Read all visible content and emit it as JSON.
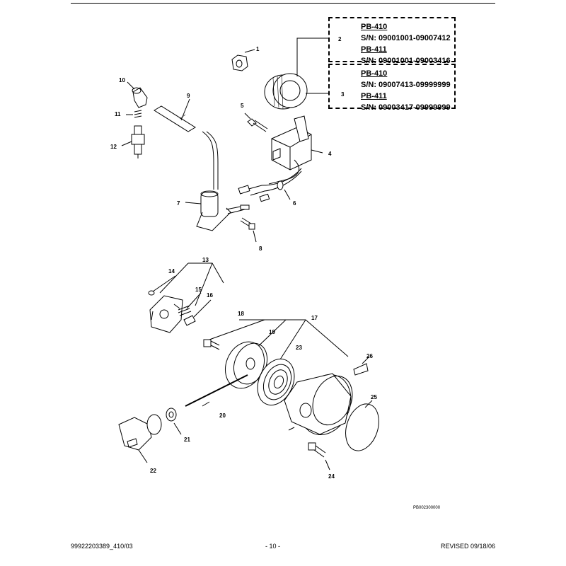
{
  "callout_a": {
    "item": "2",
    "model_1": "PB-410",
    "serial_1": "S/N: 09001001-09007412",
    "model_2": "PB-411",
    "serial_2": "S/N: 09001001-09003416"
  },
  "callout_b": {
    "item": "3",
    "model_1": "PB-410",
    "serial_1": "S/N: 09007413-09999999",
    "model_2": "PB-411",
    "serial_2": "S/N: 09003417-09999999"
  },
  "parts": [
    "1",
    "2",
    "3",
    "4",
    "5",
    "6",
    "7",
    "8",
    "9",
    "10",
    "11",
    "12",
    "13",
    "14",
    "15",
    "16",
    "17",
    "18",
    "19",
    "20",
    "21",
    "22",
    "23",
    "24",
    "25",
    "26"
  ],
  "drawing_code": "PB002300000",
  "footer": {
    "left": "99922203389_410/03",
    "center": "- 10 -",
    "right": "REVISED 09/18/06"
  }
}
